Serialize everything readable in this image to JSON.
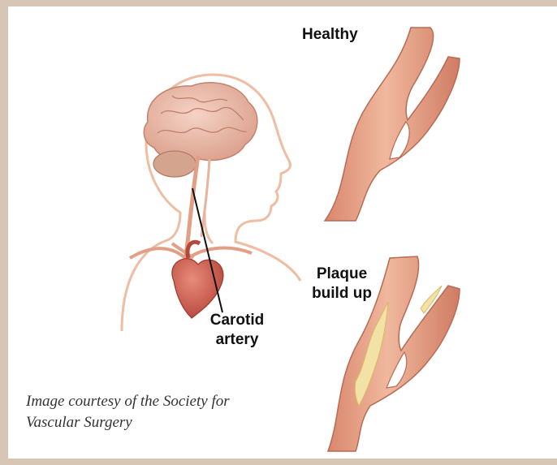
{
  "labels": {
    "healthy": "Healthy",
    "plaque_line1": "Plaque",
    "plaque_line2": "build up",
    "carotid_line1": "Carotid",
    "carotid_line2": "artery"
  },
  "caption": {
    "line1": "Image courtesy of the Society for",
    "line2": "Vascular Surgery"
  },
  "colors": {
    "frame": "#d7c6b6",
    "skin_outline": "#e9b79c",
    "artery": "#e7a488",
    "artery_dark": "#c9765e",
    "plaque": "#f2e2a6",
    "brain": "#e9b9a8",
    "heart": "#c95b4e"
  }
}
